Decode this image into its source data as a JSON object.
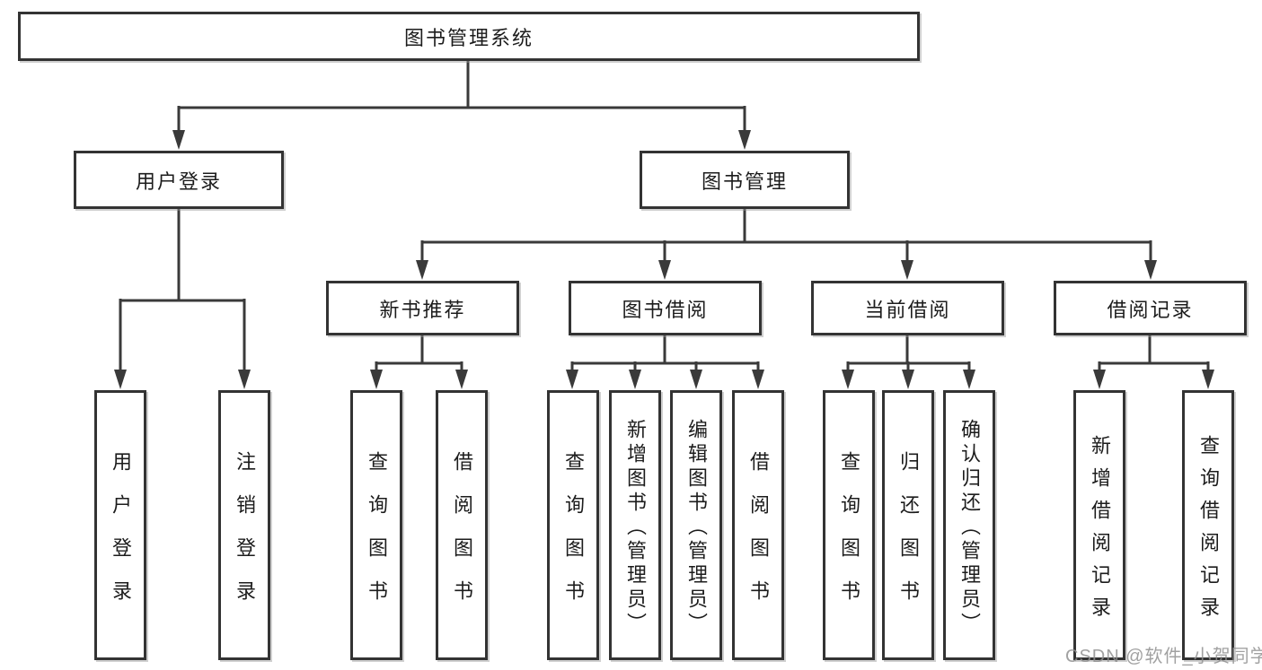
{
  "colors": {
    "line": "#3a3a3a",
    "box_border": "#333333",
    "text": "#1c1c1c",
    "watermark": "#919191",
    "background": "#ffffff"
  },
  "watermark": {
    "text": "CSDN @软件_小贺同学"
  },
  "nodes": {
    "root": {
      "label": "图书管理系统"
    },
    "level2": [
      {
        "label": "用户登录"
      },
      {
        "label": "图书管理"
      }
    ],
    "level3": [
      {
        "label": "新书推荐",
        "parent": "图书管理"
      },
      {
        "label": "图书借阅",
        "parent": "图书管理"
      },
      {
        "label": "当前借阅",
        "parent": "图书管理"
      },
      {
        "label": "借阅记录",
        "parent": "图书管理"
      }
    ],
    "leaves": [
      {
        "label": "用户登录",
        "parent": "用户登录"
      },
      {
        "label": "注销登录",
        "parent": "用户登录"
      },
      {
        "label": "查询图书",
        "parent": "新书推荐"
      },
      {
        "label": "借阅图书",
        "parent": "新书推荐"
      },
      {
        "label": "查询图书",
        "parent": "图书借阅"
      },
      {
        "label": "新增图书（管理员）",
        "parent": "图书借阅"
      },
      {
        "label": "编辑图书（管理员）",
        "parent": "图书借阅"
      },
      {
        "label": "借阅图书",
        "parent": "图书借阅"
      },
      {
        "label": "查询图书",
        "parent": "当前借阅"
      },
      {
        "label": "归还图书",
        "parent": "当前借阅"
      },
      {
        "label": "确认归还（管理员）",
        "parent": "当前借阅"
      },
      {
        "label": "新增借阅记录",
        "parent": "借阅记录"
      },
      {
        "label": "查询借阅记录",
        "parent": "借阅记录"
      }
    ]
  }
}
